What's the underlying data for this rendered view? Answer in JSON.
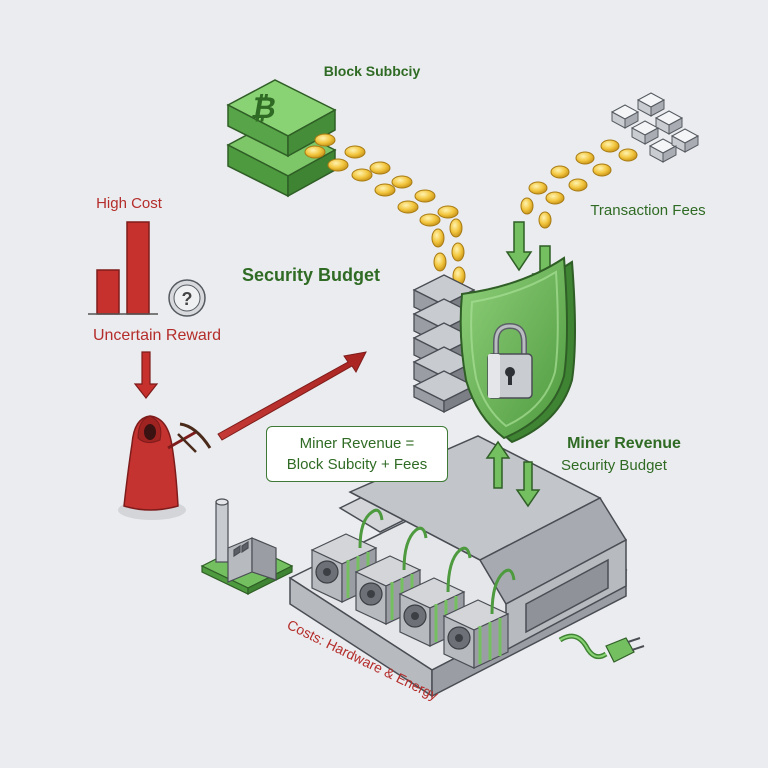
{
  "labels": {
    "block_subsidy": "Block Subbciy",
    "transaction_fees": "Transaction Fees",
    "high_cost": "High Cost",
    "uncertain_reward": "Uncertain Reward",
    "security_budget": "Security Budget",
    "miner_revenue_title": "Miner Revenue",
    "miner_revenue_sub": "Security Budget",
    "formula_line1": "Miner Revenue =",
    "formula_line2": "Block Subcity + Fees",
    "costs": "Costs: Hardware & Energy"
  },
  "icons": {
    "bitcoin_symbol": "₿",
    "question_symbol": "?"
  },
  "colors": {
    "green_dark": "#2f6b24",
    "green_fill": "#74c061",
    "red": "#b42d2b",
    "coin_gold": "#f2c53d",
    "server_gray": "#9a9ea4",
    "background": "#ebecef"
  }
}
